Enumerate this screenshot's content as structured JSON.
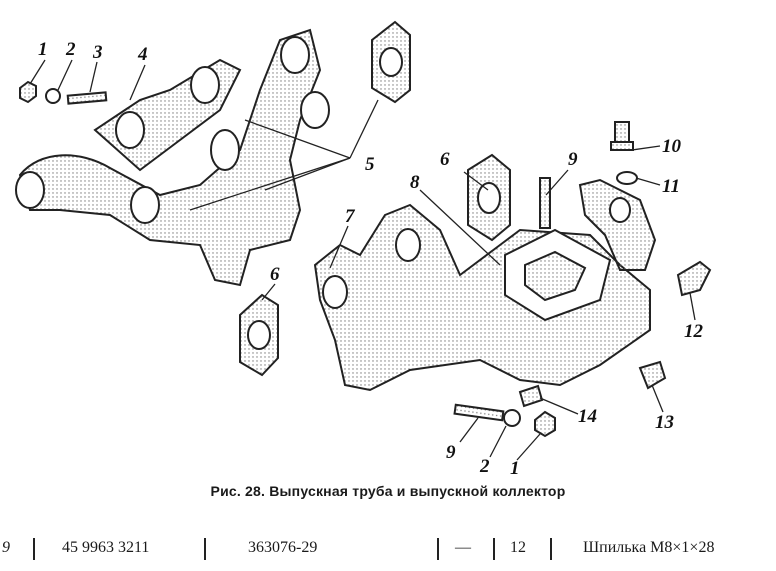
{
  "figure": {
    "callouts": [
      "1",
      "2",
      "3",
      "4",
      "5",
      "6",
      "6",
      "7",
      "8",
      "9",
      "10",
      "11",
      "12",
      "13",
      "14",
      "9",
      "2",
      "1"
    ]
  },
  "caption": "Рис. 28. Выпускная труба и выпускной коллектор",
  "table_row": {
    "col_index": "9",
    "col_catalog": "45 9963 3211",
    "col_part": "363076-29",
    "col_dash": "—",
    "col_qty": "12",
    "col_name": "Шпилька М8×1×28"
  }
}
